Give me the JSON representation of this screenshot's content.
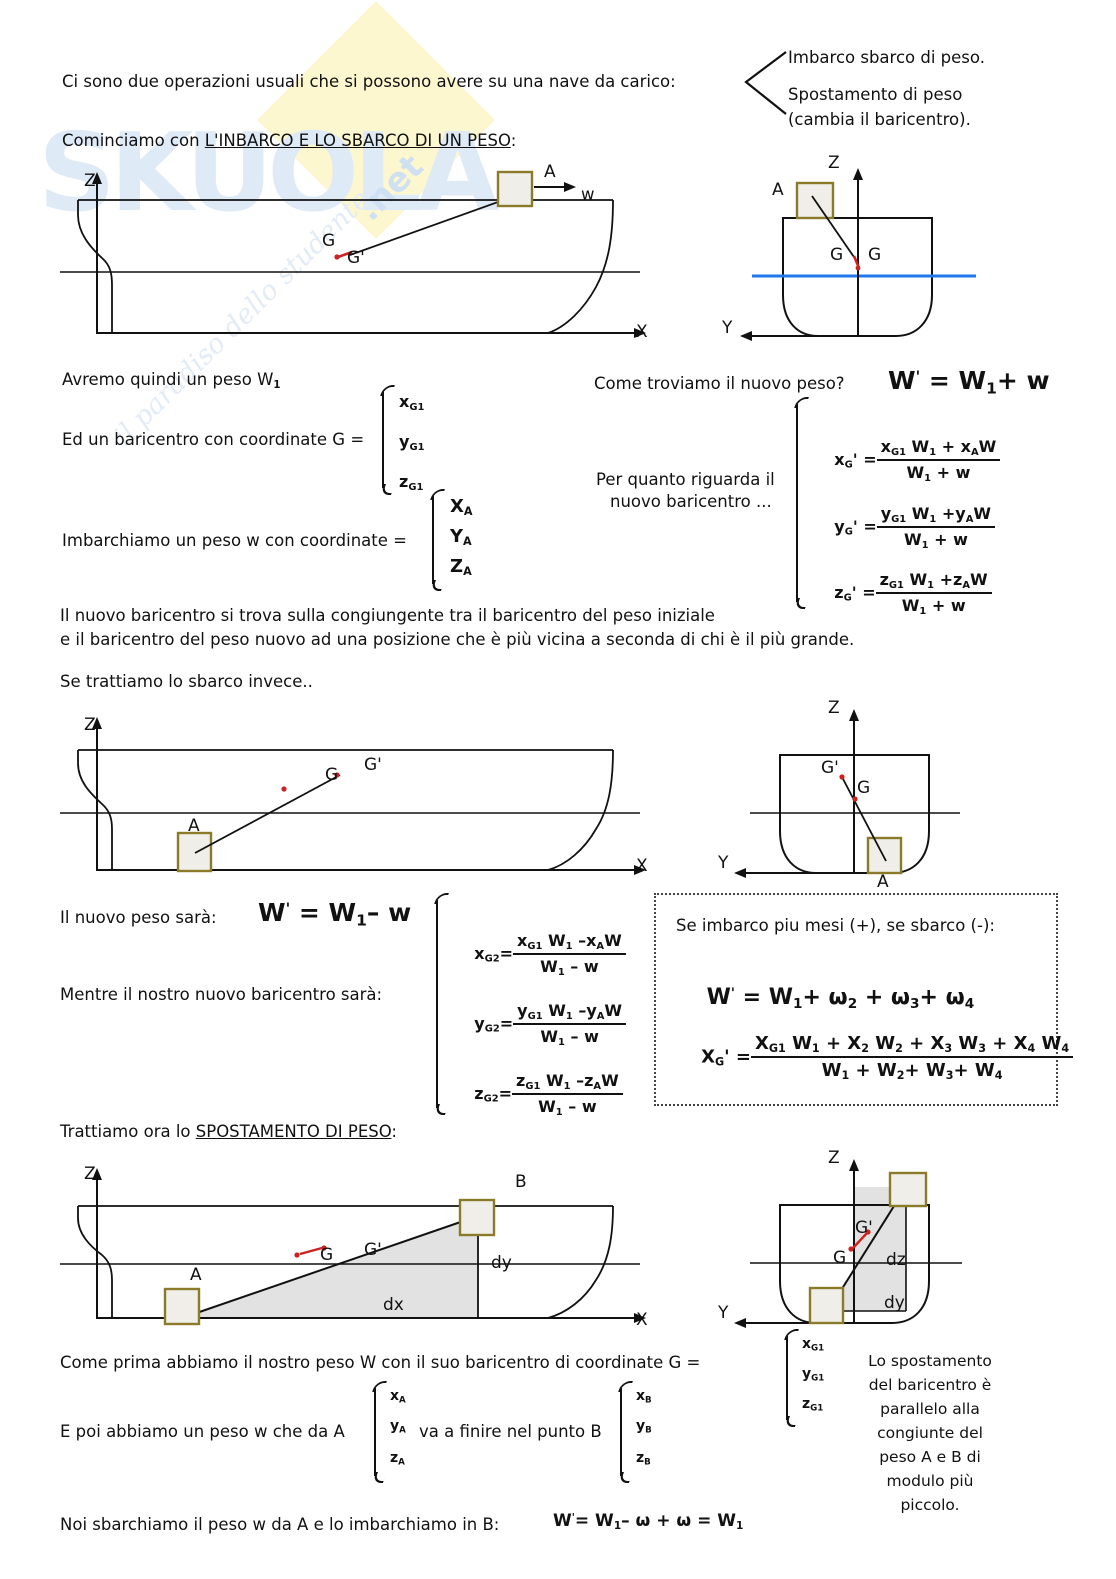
{
  "watermark": {
    "brand": "SKUOLA",
    "suffix": ".net",
    "tagline": "il paradiso dello studente"
  },
  "intro": {
    "line1": "Ci sono due operazioni usuali che si possono avere su una nave da carico:",
    "bullet1": "Imbarco sbarco di peso.",
    "bullet2_l1": "Spostamento di peso",
    "bullet2_l2": "(cambia il baricentro).",
    "line2_prefix": "Cominciamo con ",
    "line2_underlined": "L'INBARCO E LO SBARCO DI UN PESO",
    "line2_suffix": ":"
  },
  "diagram1": {
    "axis_z": "Z",
    "axis_x": "X",
    "axis_y": "Y",
    "box_label": "A",
    "arrow_label": "w",
    "g_label": "G",
    "g_prime_label": "G'",
    "section_box_label": "A",
    "section_g_left": "G",
    "section_g_right": "G",
    "waterline_color": "#1f77ee",
    "box_stroke": "#8a7a2a",
    "box_fill": "#efeee8",
    "marker_color": "#cc2222"
  },
  "block1": {
    "line_weight": "Avremo quindi un peso W",
    "line_weight_sub": "1",
    "line_g": "Ed un baricentro con coordinate G =",
    "g_coords": [
      "x",
      "y",
      "z"
    ],
    "g_coords_sub": "G1",
    "line_w": "Imbarchiamo un peso w con coordinate =",
    "w_coords": [
      "X",
      "Y",
      "Z"
    ],
    "w_coords_sub": "A",
    "question": "Come troviamo il nuovo peso?",
    "new_weight_formula": "W' = W1 + w",
    "per_quanto_l1": "Per quanto riguarda il",
    "per_quanto_l2": "nuovo baricentro ...",
    "formulas": [
      {
        "lhs": "x",
        "lhs_sub": "G",
        "prime": "'",
        "num": "x<sub>G1</sub> W<sub>1</sub> + x<sub>A</sub>w",
        "den": "W<sub>1</sub> + w"
      },
      {
        "lhs": "y",
        "lhs_sub": "G",
        "prime": "'",
        "num": "y<sub>G1</sub> W<sub>1</sub> + y<sub>A</sub>w",
        "den": "W<sub>1</sub> + w"
      },
      {
        "lhs": "z",
        "lhs_sub": "G",
        "prime": "'",
        "num": "z<sub>G1</sub> W<sub>1</sub> + z<sub>A</sub>w",
        "den": "W<sub>1</sub> + w"
      }
    ]
  },
  "para1": {
    "l1": "Il nuovo baricentro si trova sulla congiungente tra il baricentro del peso iniziale",
    "l2": "e il baricentro del peso nuovo ad una posizione che è più vicina a seconda di chi è il più grande.",
    "l3": "Se trattiamo lo sbarco invece.."
  },
  "diagram2": {
    "axis_z": "Z",
    "axis_x": "X",
    "axis_y": "Y",
    "box_label": "A",
    "g_label": "G",
    "g_prime_label": "G'",
    "section_box_label": "A",
    "section_g": "G",
    "section_g_prime": "G'"
  },
  "block2": {
    "line_weight": "Il nuovo peso sarà:",
    "new_weight_formula": "W' = W1 - w",
    "line_g": "Mentre il nostro nuovo baricentro sarà:",
    "formulas": [
      {
        "lhs": "x",
        "lhs_sub": "G2",
        "num": "x<sub>G1</sub> W<sub>1</sub> - x<sub>A</sub>w",
        "den": "W<sub>1</sub> - w"
      },
      {
        "lhs": "y",
        "lhs_sub": "G2",
        "num": "y<sub>G1</sub> W<sub>1</sub> - y<sub>A</sub>w",
        "den": "W<sub>1</sub> - w"
      },
      {
        "lhs": "z",
        "lhs_sub": "G2",
        "num": "z<sub>G1</sub> W<sub>1</sub> - z<sub>A</sub>w",
        "den": "W<sub>1</sub> - w"
      }
    ]
  },
  "notebox": {
    "title": "Se imbarco piu mesi (+), se sbarco (-):",
    "weight_formula": "W' = W1 + ω2 + ω3 + ω4",
    "xg_lhs": "X<sub>G</sub>'",
    "xg_num": "X<sub>G1</sub> W<sub>1</sub> + X<sub>2</sub> W<sub>2</sub> + X<sub>3</sub> W<sub>3</sub> + X<sub>4</sub> W<sub>4</sub>",
    "xg_den": "W<sub>1</sub> + W<sub>2</sub> + W<sub>3</sub> + W<sub>4</sub>"
  },
  "section3": {
    "heading_prefix": "Trattiamo ora lo ",
    "heading_underlined": "SPOSTAMENTO DI PESO",
    "heading_suffix": ":"
  },
  "diagram3": {
    "axis_z": "Z",
    "axis_x": "X",
    "axis_y": "Y",
    "box_a": "A",
    "box_b": "B",
    "g_label": "G",
    "g_prime_label": "G'",
    "dx": "dx",
    "dy": "dy",
    "section_dz": "dz",
    "section_dy": "dy",
    "section_g": "G",
    "section_g_prime": "G'",
    "triangle_fill": "#e2e2e2"
  },
  "footer": {
    "l1": "Come prima abbiamo il nostro peso W con il suo baricentro di coordinate G =",
    "g_coords": [
      "x",
      "y",
      "z"
    ],
    "g_coords_sub": "G1",
    "l2_a": "E poi abbiamo un peso w che da A",
    "a_coords": [
      "x",
      "y",
      "z"
    ],
    "a_coords_sub": "A",
    "l2_b": "va a finire nel punto B",
    "b_coords": [
      "x",
      "y",
      "z"
    ],
    "b_coords_sub": "B",
    "l3": "Noi sbarchiamo il peso w da A e lo imbarchiamo in B:",
    "l3_formula": "W' = W1 - ω + ω = W1",
    "side_note": [
      "Lo spostamento",
      "del baricentro è",
      "parallelo alla",
      "congiunte del",
      "peso A e B di",
      "modulo più",
      "piccolo."
    ]
  }
}
